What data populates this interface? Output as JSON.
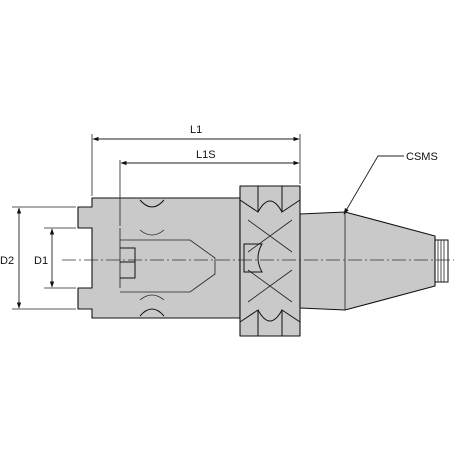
{
  "labels": {
    "l1": "L1",
    "l1s": "L1S",
    "csms": "CSMS",
    "d2": "D2",
    "d1": "D1"
  },
  "colors": {
    "part_fill": "#c9c9c9",
    "outline": "#111111",
    "background": "#ffffff"
  }
}
